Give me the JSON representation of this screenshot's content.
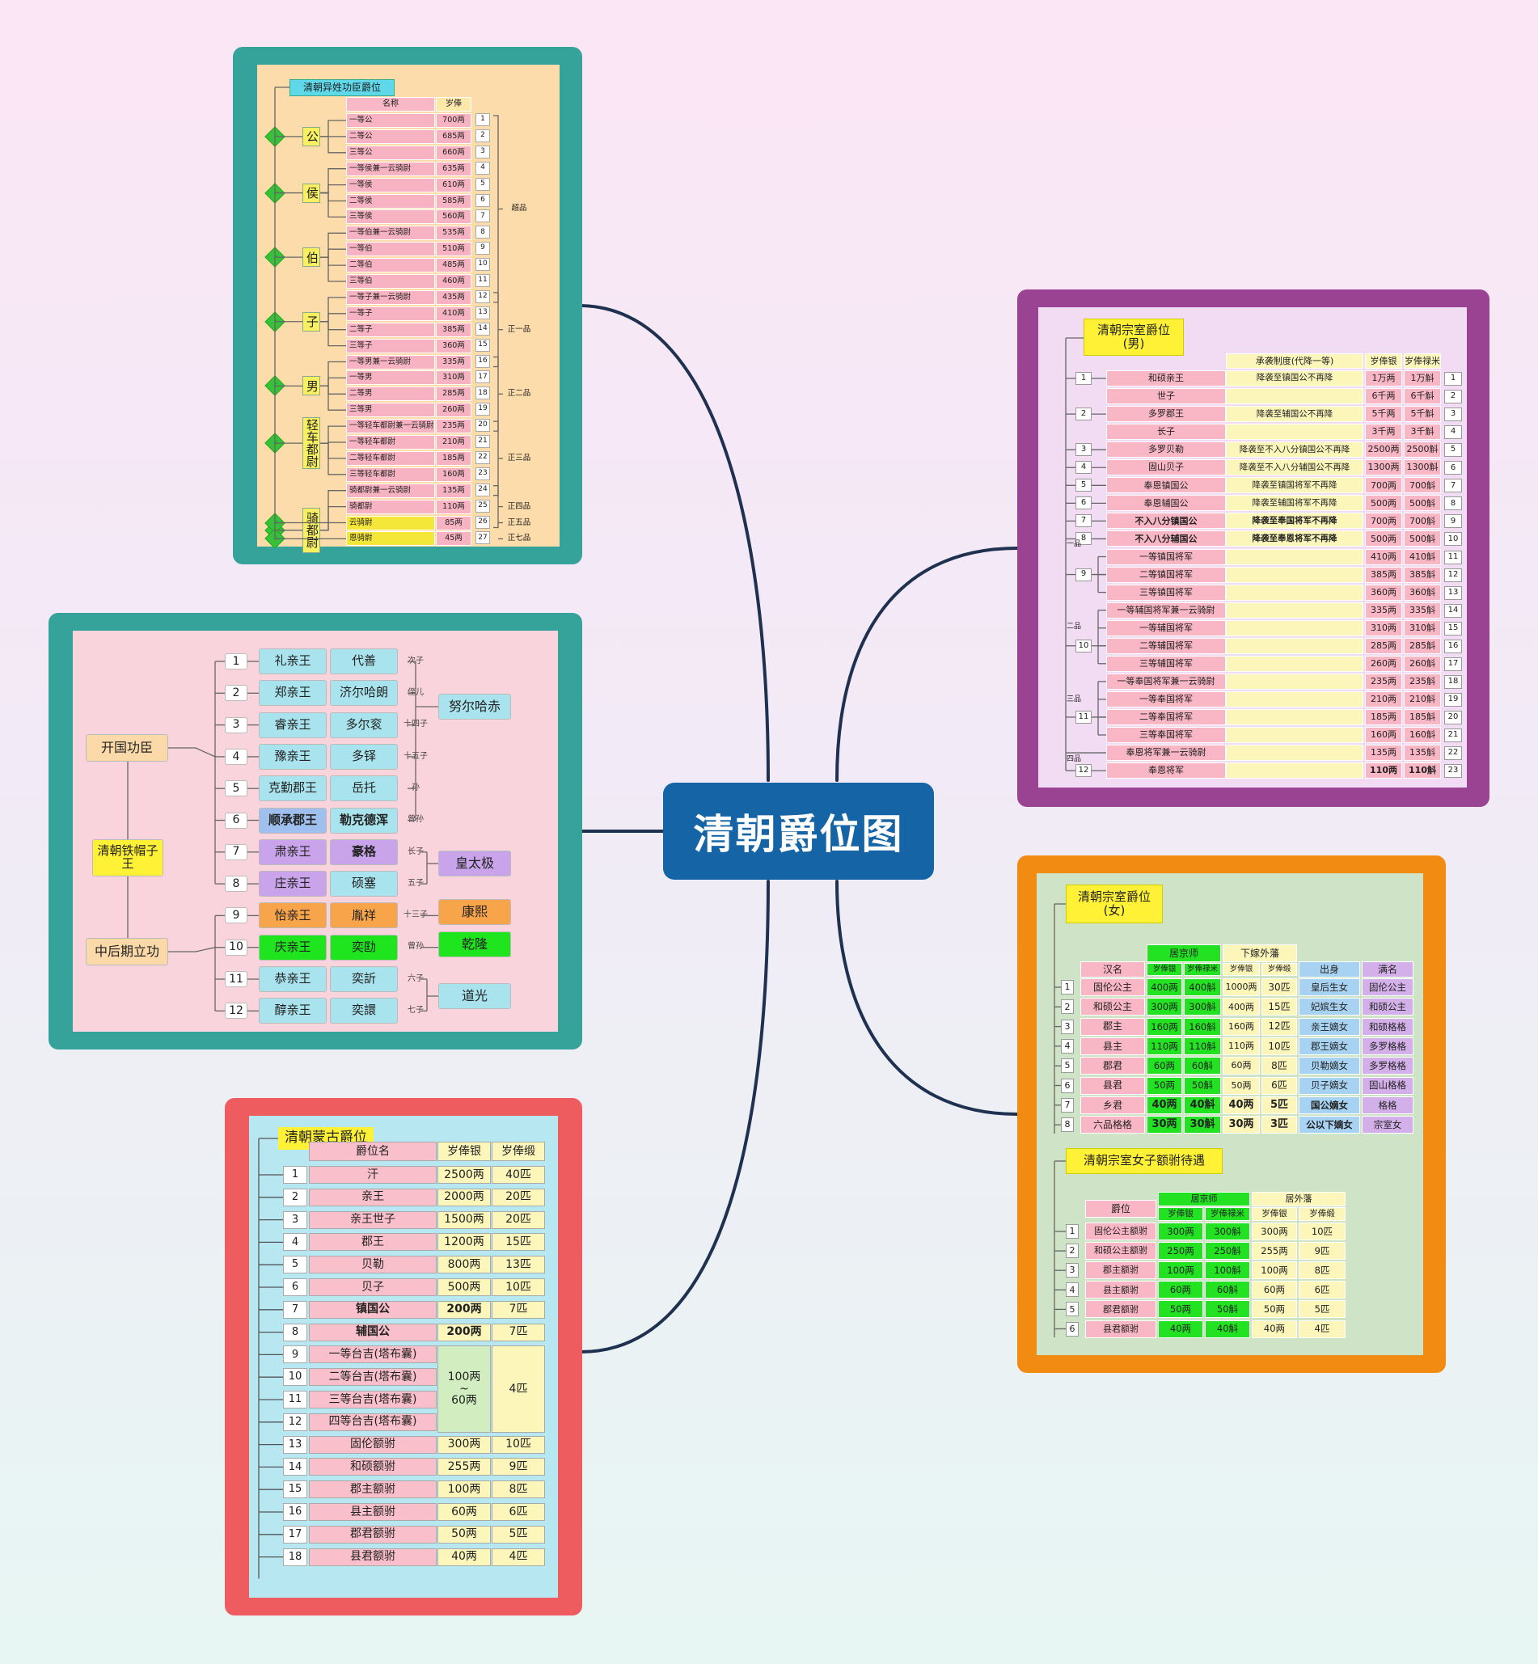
{
  "title": "清朝爵位图",
  "yixing": {
    "title": "清朝异姓功臣爵位",
    "headers": [
      "名称",
      "岁俸"
    ],
    "groups": [
      "公",
      "侯",
      "伯",
      "子",
      "男",
      "轻车都尉",
      "骑都尉"
    ],
    "diamonds": [
      "1",
      "2",
      "3",
      "4",
      "5",
      "6",
      "7",
      "8",
      "9"
    ],
    "rows": [
      [
        "一等公",
        "700两",
        "1"
      ],
      [
        "二等公",
        "685两",
        "2"
      ],
      [
        "三等公",
        "660两",
        "3"
      ],
      [
        "一等侯兼一云骑尉",
        "635两",
        "4"
      ],
      [
        "一等侯",
        "610两",
        "5"
      ],
      [
        "二等侯",
        "585两",
        "6"
      ],
      [
        "三等侯",
        "560两",
        "7"
      ],
      [
        "一等伯兼一云骑尉",
        "535两",
        "8"
      ],
      [
        "一等伯",
        "510两",
        "9"
      ],
      [
        "二等伯",
        "485两",
        "10"
      ],
      [
        "三等伯",
        "460两",
        "11"
      ],
      [
        "一等子兼一云骑尉",
        "435两",
        "12"
      ],
      [
        "一等子",
        "410两",
        "13"
      ],
      [
        "二等子",
        "385两",
        "14"
      ],
      [
        "三等子",
        "360两",
        "15"
      ],
      [
        "一等男兼一云骑尉",
        "335两",
        "16"
      ],
      [
        "一等男",
        "310两",
        "17"
      ],
      [
        "二等男",
        "285两",
        "18"
      ],
      [
        "三等男",
        "260两",
        "19"
      ],
      [
        "一等轻车都尉兼一云骑尉",
        "235两",
        "20"
      ],
      [
        "一等轻车都尉",
        "210两",
        "21"
      ],
      [
        "二等轻车都尉",
        "185两",
        "22"
      ],
      [
        "三等轻车都尉",
        "160两",
        "23"
      ],
      [
        "骑都尉兼一云骑尉",
        "135两",
        "24"
      ],
      [
        "骑都尉",
        "110两",
        "25"
      ],
      [
        "云骑尉",
        "85两",
        "26"
      ],
      [
        "恩骑尉",
        "45两",
        "27"
      ]
    ],
    "ranks": [
      "超品",
      "正一品",
      "正二品",
      "正三品",
      "正四品",
      "正五品",
      "正七品"
    ]
  },
  "tiemao": {
    "left": [
      "开国功臣",
      "清朝铁帽子王",
      "中后期立功"
    ],
    "rows": [
      [
        "1",
        "礼亲王",
        "代善",
        "次子"
      ],
      [
        "2",
        "郑亲王",
        "济尔哈朗",
        "侄儿"
      ],
      [
        "3",
        "睿亲王",
        "多尔衮",
        "十四子"
      ],
      [
        "4",
        "豫亲王",
        "多铎",
        "十五子"
      ],
      [
        "5",
        "克勤郡王",
        "岳托",
        "孙"
      ],
      [
        "6",
        "顺承郡王",
        "勒克德浑",
        "曾孙"
      ],
      [
        "7",
        "肃亲王",
        "豪格",
        "长子"
      ],
      [
        "8",
        "庄亲王",
        "硕塞",
        "五子"
      ],
      [
        "9",
        "怡亲王",
        "胤祥",
        "十三子"
      ],
      [
        "10",
        "庆亲王",
        "奕劻",
        "曾孙"
      ],
      [
        "11",
        "恭亲王",
        "奕訢",
        "六子"
      ],
      [
        "12",
        "醇亲王",
        "奕譞",
        "七子"
      ]
    ],
    "emperors": [
      "努尔哈赤",
      "皇太极",
      "康熙",
      "乾隆",
      "道光"
    ]
  },
  "mongol": {
    "title": "清朝蒙古爵位",
    "headers": [
      "爵位名",
      "岁俸银",
      "岁俸缎"
    ],
    "rows": [
      [
        "1",
        "汗",
        "2500两",
        "40匹"
      ],
      [
        "2",
        "亲王",
        "2000两",
        "20匹"
      ],
      [
        "3",
        "亲王世子",
        "1500两",
        "20匹"
      ],
      [
        "4",
        "郡王",
        "1200两",
        "15匹"
      ],
      [
        "5",
        "贝勒",
        "800两",
        "13匹"
      ],
      [
        "6",
        "贝子",
        "500两",
        "10匹"
      ],
      [
        "7",
        "镇国公",
        "200两",
        "7匹"
      ],
      [
        "8",
        "辅国公",
        "200两",
        "7匹"
      ],
      [
        "9",
        "一等台吉(塔布囊)",
        "",
        ""
      ],
      [
        "10",
        "二等台吉(塔布囊)",
        "",
        ""
      ],
      [
        "11",
        "三等台吉(塔布囊)",
        "",
        ""
      ],
      [
        "12",
        "四等台吉(塔布囊)",
        "",
        ""
      ],
      [
        "13",
        "固伦额驸",
        "300两",
        "10匹"
      ],
      [
        "14",
        "和硕额驸",
        "255两",
        "9匹"
      ],
      [
        "15",
        "郡主额驸",
        "100两",
        "8匹"
      ],
      [
        "16",
        "县主额驸",
        "60两",
        "6匹"
      ],
      [
        "17",
        "郡君额驸",
        "50两",
        "5匹"
      ],
      [
        "18",
        "县君额驸",
        "40两",
        "4匹"
      ]
    ],
    "taiji_silver": "100两\n~\n60两",
    "taiji_satin": "4匹"
  },
  "zongshi": {
    "title": "清朝宗室爵位\n(男)",
    "headers": [
      "承袭制度(代降一等)",
      "岁俸银",
      "岁俸禄米"
    ],
    "rows": [
      [
        "和硕亲王",
        "降袭至镇国公不再降",
        "1万两",
        "1万斛",
        "1"
      ],
      [
        "世子",
        "",
        "6千两",
        "6千斛",
        "2"
      ],
      [
        "多罗郡王",
        "降袭至辅国公不再降",
        "5千两",
        "5千斛",
        "3"
      ],
      [
        "长子",
        "",
        "3千两",
        "3千斛",
        "4"
      ],
      [
        "多罗贝勒",
        "降袭至不入八分镇国公不再降",
        "2500两",
        "2500斛",
        "5"
      ],
      [
        "固山贝子",
        "降袭至不入八分辅国公不再降",
        "1300两",
        "1300斛",
        "6"
      ],
      [
        "奉恩镇国公",
        "降袭至镇国将军不再降",
        "700两",
        "700斛",
        "7"
      ],
      [
        "奉恩辅国公",
        "降袭至辅国将军不再降",
        "500两",
        "500斛",
        "8"
      ],
      [
        "不入八分镇国公",
        "降袭至奉国将军不再降",
        "700两",
        "700斛",
        "9"
      ],
      [
        "不入八分辅国公",
        "降袭至奉恩将军不再降",
        "500两",
        "500斛",
        "10"
      ],
      [
        "一等镇国将军",
        "",
        "410两",
        "410斛",
        "11"
      ],
      [
        "二等镇国将军",
        "",
        "385两",
        "385斛",
        "12"
      ],
      [
        "三等镇国将军",
        "",
        "360两",
        "360斛",
        "13"
      ],
      [
        "一等辅国将军兼一云骑尉",
        "",
        "335两",
        "335斛",
        "14"
      ],
      [
        "一等辅国将军",
        "",
        "310两",
        "310斛",
        "15"
      ],
      [
        "二等辅国将军",
        "",
        "285两",
        "285斛",
        "16"
      ],
      [
        "三等辅国将军",
        "",
        "260两",
        "260斛",
        "17"
      ],
      [
        "一等奉国将军兼一云骑尉",
        "",
        "235两",
        "235斛",
        "18"
      ],
      [
        "一等奉国将军",
        "",
        "210两",
        "210斛",
        "19"
      ],
      [
        "二等奉国将军",
        "",
        "185两",
        "185斛",
        "20"
      ],
      [
        "三等奉国将军",
        "",
        "160两",
        "160斛",
        "21"
      ],
      [
        "奉恩将军兼一云骑尉",
        "",
        "135两",
        "135斛",
        "22"
      ],
      [
        "奉恩将军",
        "",
        "110两",
        "110斛",
        "23"
      ]
    ],
    "grades": [
      [
        "1",
        "1"
      ],
      [
        "2",
        "3"
      ],
      [
        "3",
        "5"
      ],
      [
        "4",
        "6"
      ],
      [
        "5",
        "7"
      ],
      [
        "6",
        "8"
      ],
      [
        "7",
        "9"
      ],
      [
        "8",
        "10"
      ],
      [
        "9",
        "12"
      ],
      [
        "10",
        "16"
      ],
      [
        "11",
        "20"
      ],
      [
        "12",
        "23"
      ]
    ],
    "pin": [
      [
        "一品",
        "10"
      ],
      [
        "二品",
        "14"
      ],
      [
        "三品",
        "18"
      ],
      [
        "四品",
        "22"
      ]
    ]
  },
  "nv": {
    "title": "清朝宗室爵位\n(女)",
    "groups": [
      "居京师",
      "下嫁外藩"
    ],
    "headers": [
      "汉名",
      "岁俸银",
      "岁俸禄米",
      "岁俸银",
      "岁俸缎",
      "出身",
      "满名"
    ],
    "rows": [
      [
        "1",
        "固伦公主",
        "400两",
        "400斛",
        "1000两",
        "30匹",
        "皇后生女",
        "固伦公主"
      ],
      [
        "2",
        "和硕公主",
        "300两",
        "300斛",
        "400两",
        "15匹",
        "妃嫔生女",
        "和硕公主"
      ],
      [
        "3",
        "郡主",
        "160两",
        "160斛",
        "160两",
        "12匹",
        "亲王嫡女",
        "和硕格格"
      ],
      [
        "4",
        "县主",
        "110两",
        "110斛",
        "110两",
        "10匹",
        "郡王嫡女",
        "多罗格格"
      ],
      [
        "5",
        "郡君",
        "60两",
        "60斛",
        "60两",
        "8匹",
        "贝勒嫡女",
        "多罗格格"
      ],
      [
        "6",
        "县君",
        "50两",
        "50斛",
        "50两",
        "6匹",
        "贝子嫡女",
        "固山格格"
      ],
      [
        "7",
        "乡君",
        "40两",
        "40斛",
        "40两",
        "5匹",
        "国公嫡女",
        "格格"
      ],
      [
        "8",
        "六品格格",
        "30两",
        "30斛",
        "30两",
        "3匹",
        "公以下嫡女",
        "宗室女"
      ]
    ]
  },
  "efu": {
    "title": "清朝宗室女子额驸待遇",
    "groups": [
      "居京师",
      "居外藩"
    ],
    "headers": [
      "爵位",
      "岁俸银",
      "岁俸禄米",
      "岁俸银",
      "岁俸缎"
    ],
    "rows": [
      [
        "1",
        "固伦公主额驸",
        "300两",
        "300斛",
        "300两",
        "10匹"
      ],
      [
        "2",
        "和硕公主额驸",
        "250两",
        "250斛",
        "255两",
        "9匹"
      ],
      [
        "3",
        "郡主额驸",
        "100两",
        "100斛",
        "100两",
        "8匹"
      ],
      [
        "4",
        "县主额驸",
        "60两",
        "60斛",
        "60两",
        "6匹"
      ],
      [
        "5",
        "郡君额驸",
        "50两",
        "50斛",
        "50两",
        "5匹"
      ],
      [
        "6",
        "县君额驸",
        "40两",
        "40斛",
        "40两",
        "4匹"
      ]
    ]
  }
}
